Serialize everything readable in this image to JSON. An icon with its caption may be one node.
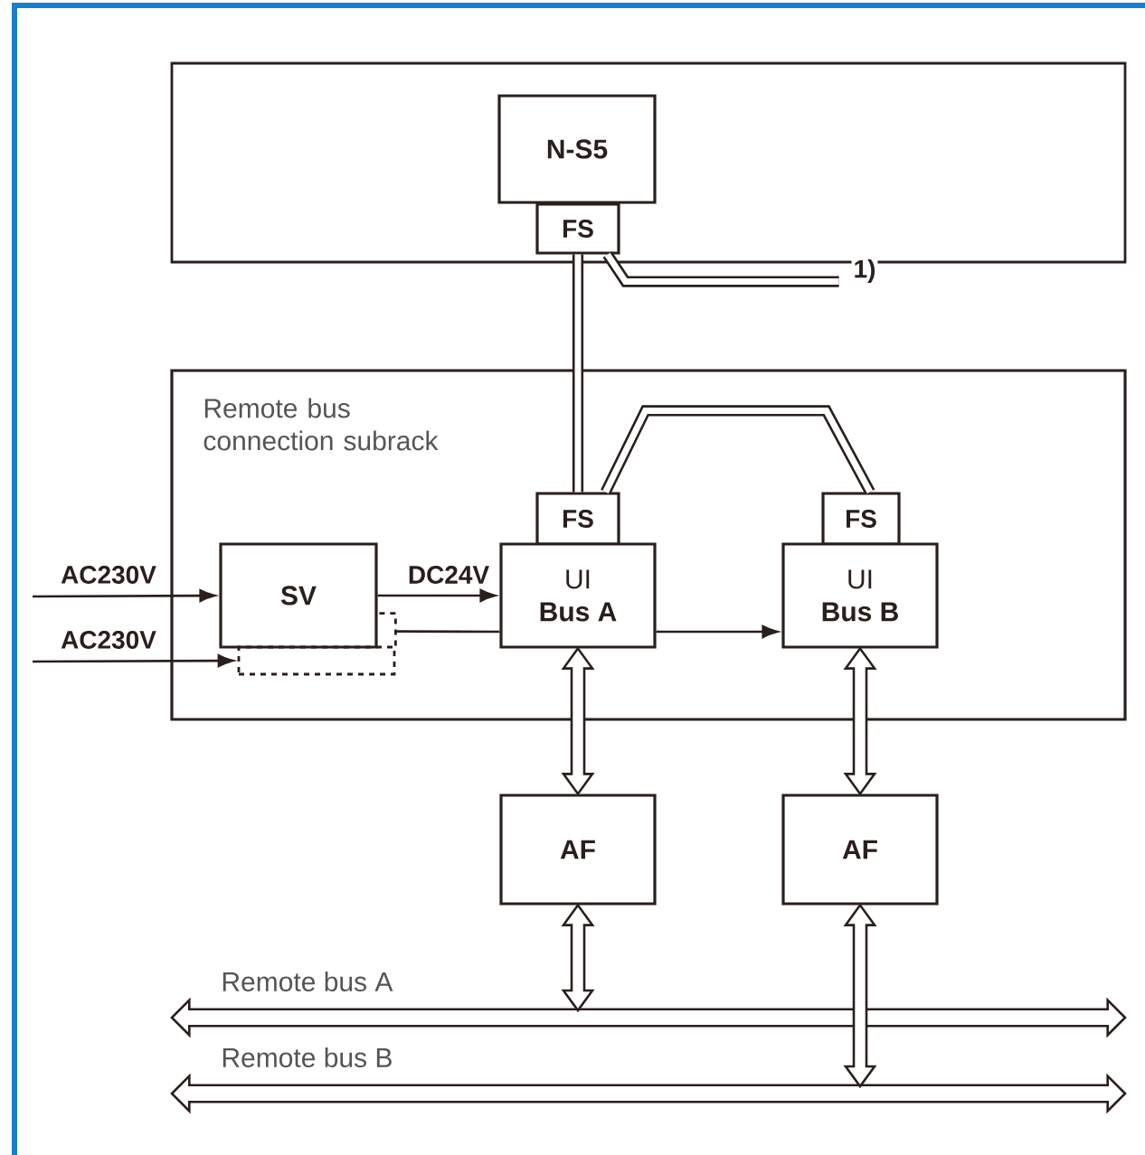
{
  "diagram": {
    "nodes": [
      {
        "text": [],
        "shape": "box"
      },
      {
        "text": [
          "N-S5"
        ],
        "in": 0
      },
      {
        "text": [
          "FS"
        ],
        "in": 0
      },
      {
        "text": [
          "Remote bus connection subrack"
        ]
      },
      {
        "text": [
          "FS"
        ],
        "in": 3
      },
      {
        "text": [
          "UI",
          "Bus A"
        ],
        "in": 3
      },
      {
        "text": [
          "FS"
        ],
        "in": 3
      },
      {
        "text": [
          "UI",
          "Bus B"
        ],
        "in": 3
      },
      {
        "text": [
          "SV"
        ],
        "in": 3
      },
      {
        "text": [
          "AF"
        ]
      },
      {
        "text": [
          "AF"
        ]
      },
      {
        "text": [],
        "shape": "bar",
        "beside": [
          "Remote bus A"
        ]
      },
      {
        "text": [],
        "shape": "bar",
        "beside": [
          "Remote bus B"
        ]
      },
      {
        "text": [],
        "shape": "box",
        "in": 3
      }
    ],
    "edges": [
      {
        "from": null,
        "to": 8,
        "arrow": "to",
        "label": "AC230V"
      },
      {
        "from": null,
        "to": 13,
        "arrow": "to",
        "label": "AC230V"
      },
      {
        "from": 8,
        "to": 5,
        "arrow": "to",
        "label": "DC24V"
      },
      {
        "from": 13,
        "to": 5,
        "arrow": "none"
      },
      {
        "from": 5,
        "to": 7,
        "arrow": "to"
      },
      {
        "from": 2,
        "to": 4,
        "arrow": "none",
        "style": "thick"
      },
      {
        "from": 2,
        "to": null,
        "arrow": "none",
        "style": "thick",
        "label": "1)"
      },
      {
        "from": 4,
        "to": 6,
        "arrow": "none",
        "style": "thick"
      },
      {
        "from": 5,
        "to": 9,
        "arrow": "both"
      },
      {
        "from": 7,
        "to": 10,
        "arrow": "both"
      },
      {
        "from": 9,
        "to": 11,
        "arrow": "both"
      },
      {
        "from": 10,
        "to": 12,
        "arrow": "both"
      }
    ]
  }
}
